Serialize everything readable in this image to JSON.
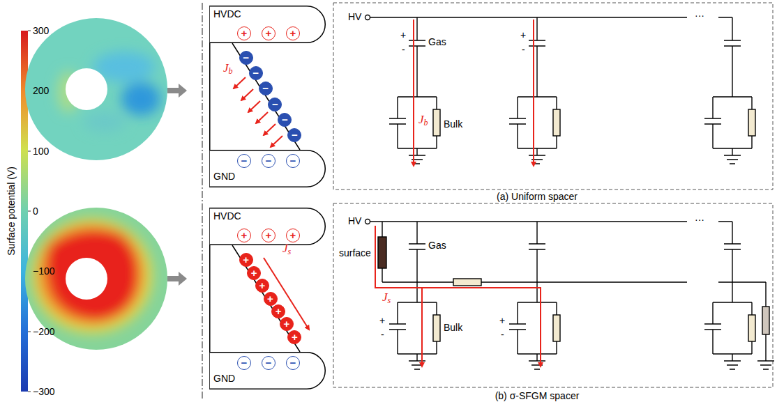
{
  "diagram": {
    "nodes": [
      {
        "text": [
          "HVDC"
        ]
      },
      {
        "text": [
          "+"
        ],
        "in": 0
      },
      {
        "text": [
          "+"
        ],
        "in": 0
      },
      {
        "text": [
          "+"
        ],
        "in": 0
      },
      {
        "text": [
          "−"
        ]
      },
      {
        "text": [
          "−"
        ]
      },
      {
        "text": [
          "−"
        ]
      },
      {
        "text": [
          "−"
        ]
      },
      {
        "text": [
          "−"
        ]
      },
      {
        "text": [
          "−"
        ]
      },
      {
        "text": [
          "GND"
        ]
      },
      {
        "text": [
          "−"
        ],
        "in": 10
      },
      {
        "text": [
          "−"
        ],
        "in": 10
      },
      {
        "text": [
          "−"
        ],
        "in": 10
      },
      {
        "text": [
          "HVDC"
        ]
      },
      {
        "text": [
          "+"
        ],
        "in": 14
      },
      {
        "text": [
          "+"
        ],
        "in": 14
      },
      {
        "text": [
          "+"
        ],
        "in": 14
      },
      {
        "text": [
          "+"
        ]
      },
      {
        "text": [
          "+"
        ]
      },
      {
        "text": [
          "+"
        ]
      },
      {
        "text": [
          "+"
        ]
      },
      {
        "text": [
          "+"
        ]
      },
      {
        "text": [
          "+"
        ]
      },
      {
        "text": [
          "+"
        ]
      },
      {
        "text": [
          "GND"
        ]
      },
      {
        "text": [
          "−"
        ],
        "in": 25
      },
      {
        "text": [
          "−"
        ],
        "in": 25
      },
      {
        "text": [
          "−"
        ],
        "in": 25
      }
    ],
    "labels": [
      "Surface potential (V)",
      "300",
      "200",
      "100",
      "0",
      "−100",
      "−200",
      "−300",
      "Jb",
      "HV",
      "+",
      "-",
      "Gas",
      "+",
      "-",
      "Jb",
      "Bulk",
      "···",
      "(a) Uniform spacer",
      "Js",
      "HV",
      "surface",
      "Gas",
      "+",
      "-",
      "+",
      "-",
      "Js",
      "Bulk",
      "···",
      "(b) σ-SFGM spacer"
    ]
  }
}
